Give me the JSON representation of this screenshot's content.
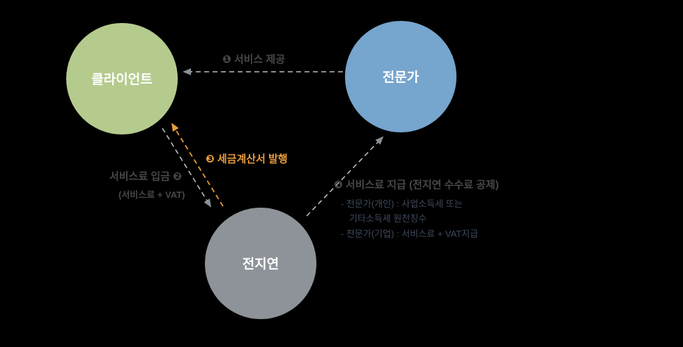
{
  "canvas": {
    "background": "#000000"
  },
  "colors": {
    "client_fill": "#b5cb8d",
    "expert_fill": "#76a5cd",
    "platform_fill": "#8e9399",
    "node_text": "#ffffff",
    "dashed_line": "#b9bcbf",
    "arrowhead_gray": "#8a8f94",
    "accent_orange": "#e79b3d",
    "label_dark": "#474747",
    "detail_text": "#3e4a5c"
  },
  "nodes": {
    "client": {
      "label": "클라이언트"
    },
    "expert": {
      "label": "전문가"
    },
    "platform": {
      "label": "전지연"
    }
  },
  "edges": {
    "service_provide": {
      "label": "❶ 서비스 제공",
      "from": "expert",
      "to": "client"
    },
    "fee_deposit": {
      "label": "서비스료 입금 ❷",
      "sublabel": "(서비스료 + VAT)",
      "from": "client",
      "to": "platform"
    },
    "tax_invoice": {
      "label": "❸ 세금계산서 발행",
      "from": "platform",
      "to": "client"
    },
    "fee_payment": {
      "label": "❹ 서비스료 지급 (전지연 수수료 공제)",
      "details": [
        "- 전문가(개인) : 사업소득세 또는",
        "기타소득세 원천징수",
        "- 전문가(기업) : 서비스료 + VAT지급"
      ],
      "from": "platform",
      "to": "expert"
    }
  }
}
